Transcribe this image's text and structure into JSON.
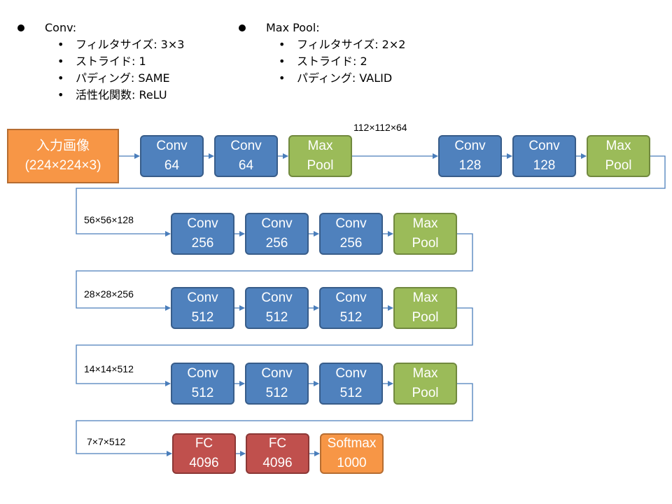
{
  "legend": {
    "conv": {
      "title": "Conv:",
      "items": [
        "フィルタサイズ: 3×3",
        "ストライド: 1",
        "パディング: SAME",
        "活性化関数: ReLU"
      ]
    },
    "pool": {
      "title": "Max Pool:",
      "items": [
        "フィルタサイズ: 2×2",
        "ストライド: 2",
        "パディング: VALID"
      ]
    }
  },
  "input": {
    "line1": "入力画像",
    "line2": "(224×224×3)"
  },
  "rows": [
    [
      {
        "kind": "conv",
        "line1": "Conv",
        "line2": "64"
      },
      {
        "kind": "conv",
        "line1": "Conv",
        "line2": "64"
      },
      {
        "kind": "pool",
        "line1": "Max",
        "line2": "Pool"
      },
      {
        "kind": "conv",
        "line1": "Conv",
        "line2": "128"
      },
      {
        "kind": "conv",
        "line1": "Conv",
        "line2": "128"
      },
      {
        "kind": "pool",
        "line1": "Max",
        "line2": "Pool"
      }
    ],
    [
      {
        "kind": "conv",
        "line1": "Conv",
        "line2": "256"
      },
      {
        "kind": "conv",
        "line1": "Conv",
        "line2": "256"
      },
      {
        "kind": "conv",
        "line1": "Conv",
        "line2": "256"
      },
      {
        "kind": "pool",
        "line1": "Max",
        "line2": "Pool"
      }
    ],
    [
      {
        "kind": "conv",
        "line1": "Conv",
        "line2": "512"
      },
      {
        "kind": "conv",
        "line1": "Conv",
        "line2": "512"
      },
      {
        "kind": "conv",
        "line1": "Conv",
        "line2": "512"
      },
      {
        "kind": "pool",
        "line1": "Max",
        "line2": "Pool"
      }
    ],
    [
      {
        "kind": "conv",
        "line1": "Conv",
        "line2": "512"
      },
      {
        "kind": "conv",
        "line1": "Conv",
        "line2": "512"
      },
      {
        "kind": "conv",
        "line1": "Conv",
        "line2": "512"
      },
      {
        "kind": "pool",
        "line1": "Max",
        "line2": "Pool"
      }
    ],
    [
      {
        "kind": "fc",
        "line1": "FC",
        "line2": "4096"
      },
      {
        "kind": "fc",
        "line1": "FC",
        "line2": "4096"
      },
      {
        "kind": "soft",
        "line1": "Softmax",
        "line2": "1000"
      }
    ]
  ],
  "dims": [
    "112×112×64",
    "56×56×128",
    "28×28×256",
    "14×14×512",
    "7×7×512"
  ],
  "colors": {
    "conv": "#4f81bd",
    "pool": "#9bbb59",
    "fc": "#c0504d",
    "softmax": "#f79646",
    "input": "#f79646",
    "arrow": "#4a7ebb"
  }
}
